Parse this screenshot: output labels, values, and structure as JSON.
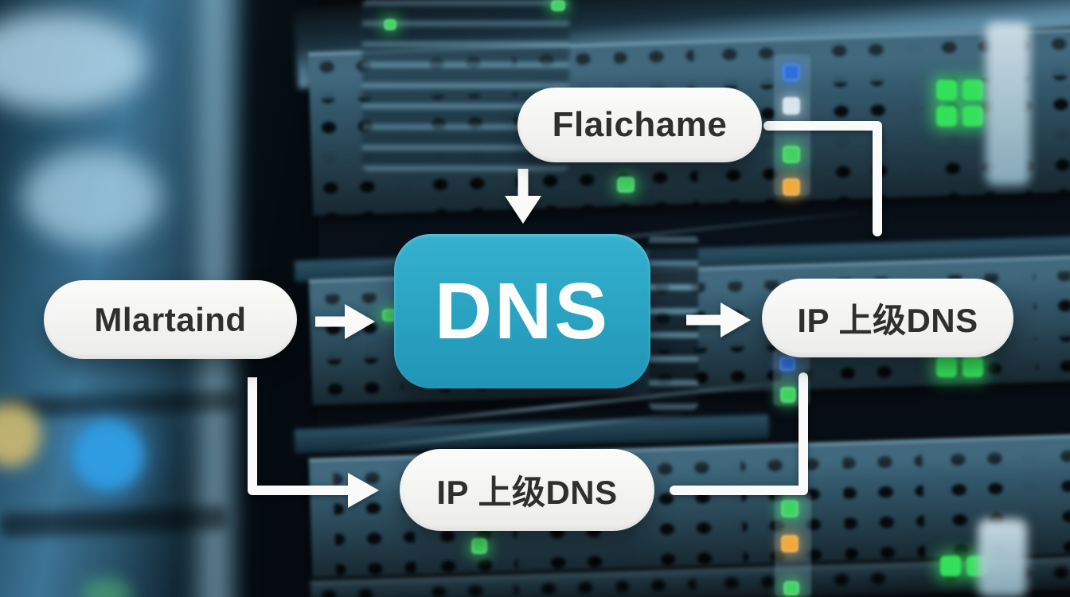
{
  "nodes": {
    "top": {
      "label": "Flaichame"
    },
    "left": {
      "label": "Mlartaind"
    },
    "center": {
      "label": "DNS"
    },
    "right": {
      "label": "IP 上级DNS"
    },
    "bottom": {
      "label": "IP 上级DNS"
    }
  },
  "colors": {
    "dns_box": "#2BA6C4",
    "node_pill": "#F3F3F0",
    "node_text": "#2F2F2F",
    "connector": "#FAFAFA",
    "led_green": "#3FD45F",
    "led_orange": "#F2A93B",
    "led_blue": "#2E6FD9",
    "led_white": "#D9E5EB"
  }
}
